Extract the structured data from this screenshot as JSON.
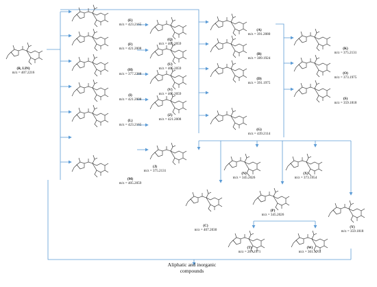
{
  "compounds": [
    {
      "id": "RLIN",
      "name": "(R, LIN)",
      "mz": "m/z = 407.2216"
    },
    {
      "id": "E",
      "name": "(E)",
      "mz": "m/z = 423.2165"
    },
    {
      "id": "F",
      "name": "(F)",
      "mz": "m/z = 421.2008"
    },
    {
      "id": "H",
      "name": "(H)",
      "mz": "m/z = 377.2288"
    },
    {
      "id": "I",
      "name": "(I)",
      "mz": "m/z = 421.2008"
    },
    {
      "id": "L",
      "name": "(L)",
      "mz": "m/z = 423.2165"
    },
    {
      "id": "M",
      "name": "(M)",
      "mz": "m/z = 405.2059"
    },
    {
      "id": "Q",
      "name": "(Q)",
      "mz": "m/z = 405.2059"
    },
    {
      "id": "U",
      "name": "(U)",
      "mz": "m/z = 405.2059"
    },
    {
      "id": "V",
      "name": "(V)",
      "mz": "m/z = 405.2059"
    },
    {
      "id": "Z",
      "name": "(Z)",
      "mz": "m/z = 421.2008"
    },
    {
      "id": "A",
      "name": "(A)",
      "mz": "m/z = 391.2080"
    },
    {
      "id": "B",
      "name": "(B)",
      "mz": "m/z = 389.1924"
    },
    {
      "id": "D",
      "name": "(D)",
      "mz": "m/z = 391.1975"
    },
    {
      "id": "G",
      "name": "(G)",
      "mz": "m/z = 439.2114"
    },
    {
      "id": "K",
      "name": "(K)",
      "mz": "m/z = 375.2131"
    },
    {
      "id": "O",
      "name": "(O)",
      "mz": "m/z = 373.1975"
    },
    {
      "id": "S",
      "name": "(S)",
      "mz": "m/z = 359.1818"
    },
    {
      "id": "J",
      "name": "(J)",
      "mz": "m/z = 375.2131"
    },
    {
      "id": "N",
      "name": "(N)",
      "mz": "m/z = 345.2026"
    },
    {
      "id": "X",
      "name": "(X)",
      "mz": "m/z = 373.1954"
    },
    {
      "id": "C",
      "name": "(C)",
      "mz": "m/z = 407.2030"
    },
    {
      "id": "P",
      "name": "(P)",
      "mz": "m/z = 345.2026"
    },
    {
      "id": "Y",
      "name": "(Y)",
      "mz": "m/z = 359.1818"
    },
    {
      "id": "T",
      "name": "(T)",
      "mz": "m/z = 287.1971"
    },
    {
      "id": "W",
      "name": "(W)",
      "mz": "m/z = 301.1763"
    }
  ],
  "final_label": "Aliphatic and inorganic compounds",
  "colors": {
    "arrow": "#5b9bd5",
    "bond": "#222222"
  }
}
